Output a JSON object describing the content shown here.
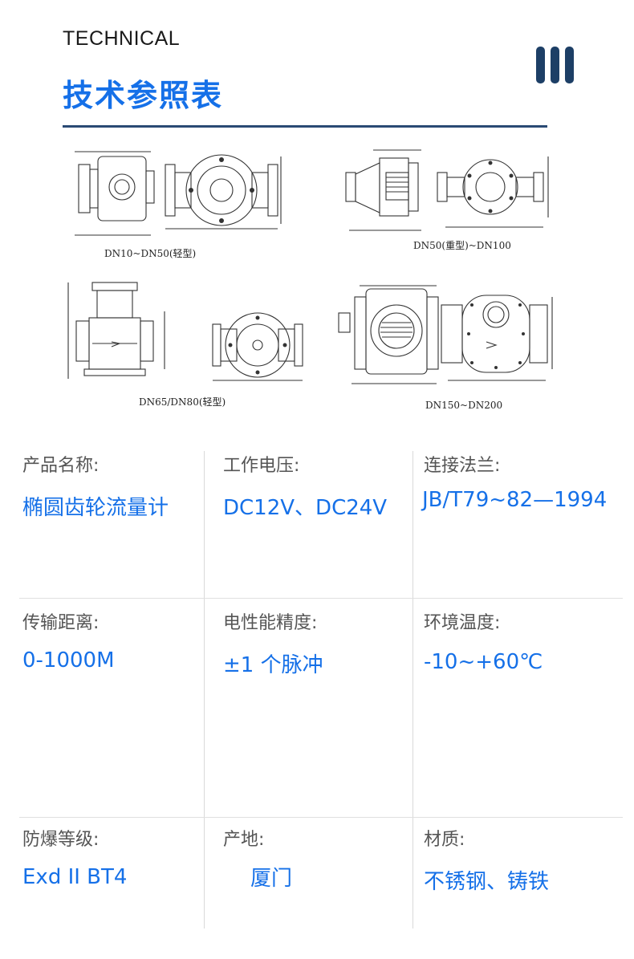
{
  "header": {
    "title_en": "TECHNICAL",
    "title_zh": "技术参照表"
  },
  "diagrams": [
    {
      "caption": "DN10~DN50(轻型)"
    },
    {
      "caption": "DN50(重型)~DN100"
    },
    {
      "caption": "DN65/DN80(轻型)"
    },
    {
      "caption": "DN150~DN200"
    }
  ],
  "specs": [
    {
      "label": "产品名称:",
      "value": "椭圆齿轮流量计"
    },
    {
      "label": "工作电压:",
      "value": "DC12V、DC24V"
    },
    {
      "label": "连接法兰:",
      "value": "JB/T79~82—1994"
    },
    {
      "label": "传输距离:",
      "value": "0-1000M"
    },
    {
      "label": "电性能精度:",
      "value": "±1 个脉冲"
    },
    {
      "label": "环境温度:",
      "value": "-10~+60℃"
    },
    {
      "label": "防爆等级:",
      "value": "Exd II BT4"
    },
    {
      "label": "产地:",
      "value": "厦门"
    },
    {
      "label": "材质:",
      "value": "不锈钢、铸铁"
    }
  ],
  "colors": {
    "accent": "#1570e8",
    "dark": "#1d3f66"
  }
}
